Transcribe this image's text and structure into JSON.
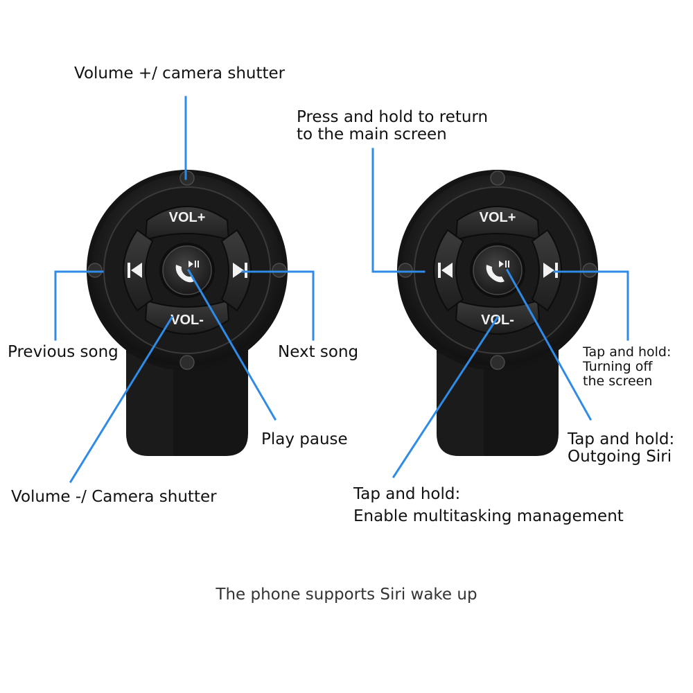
{
  "colors": {
    "leader": "#2f8be6",
    "remote_body": "#1b1b1b",
    "remote_ring": "#2a2a2a",
    "button_face": "#262626",
    "button_text": "#f2f2f2",
    "strap": "#161616"
  },
  "remotes": [
    {
      "id": "left",
      "buttons": {
        "top": "VOL+",
        "bottom": "VOL-",
        "left_icon": "previous-track-icon",
        "right_icon": "next-track-icon",
        "center_icon": "phone-play-pause-icon"
      },
      "labels": {
        "vol_up": "Volume +/ camera shutter",
        "previous": "Previous song",
        "next": "Next song",
        "play": "Play pause",
        "vol_down": "Volume -/ Camera shutter"
      }
    },
    {
      "id": "right",
      "buttons": {
        "top": "VOL+",
        "bottom": "VOL-",
        "left_icon": "previous-track-icon",
        "right_icon": "next-track-icon",
        "center_icon": "phone-play-pause-icon"
      },
      "labels": {
        "home": "Press and hold to return\nto the main screen",
        "screen_off": "Tap and hold:\nTurning off\nthe screen",
        "siri": "Tap and hold:\nOutgoing Siri",
        "multitask": "Tap and hold:\nEnable multitasking management"
      }
    }
  ],
  "footer": "The phone supports Siri wake up"
}
